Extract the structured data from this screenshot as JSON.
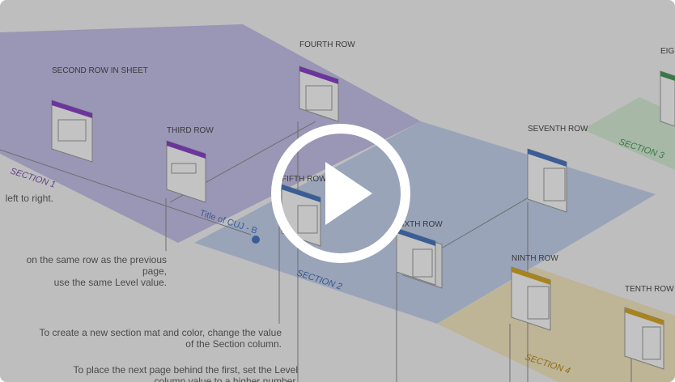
{
  "video": {
    "play_icon": "play-icon",
    "colors": {
      "section1": "#b9b3e6",
      "section2": "#b7c9ea",
      "section3": "#cfe8cf",
      "section4": "#f3e2b0",
      "purple": "#8a44c9",
      "blue": "#4a78c2",
      "green": "#4a9a5a",
      "yellow": "#d9a826"
    }
  },
  "diagram": {
    "rows": {
      "second": "SECOND ROW IN SHEET",
      "third": "THIRD ROW",
      "fourth": "FOURTH ROW",
      "fifth": "FIFTH ROW",
      "sixth": "SIXTH ROW",
      "seventh": "SEVENTH ROW",
      "eighth": "EIGHTH",
      "ninth": "NINTH ROW",
      "tenth": "TENTH ROW"
    },
    "sections": {
      "s1": "SECTION 1",
      "s2": "SECTION 2",
      "s3": "SECTION 3",
      "s4": "SECTION 4"
    },
    "cuj_title": "Title of CUJ - B",
    "notes": {
      "left_to_right": "left to right.",
      "same_row_1": "on the same row as the previous page,",
      "same_row_2": "use the same Level value.",
      "new_section_1": "To create a new section mat and color, change the value",
      "new_section_2": "of the Section column.",
      "behind_1": "To place the next page behind the first, set the Level",
      "behind_2": "column value to a higher number."
    }
  }
}
